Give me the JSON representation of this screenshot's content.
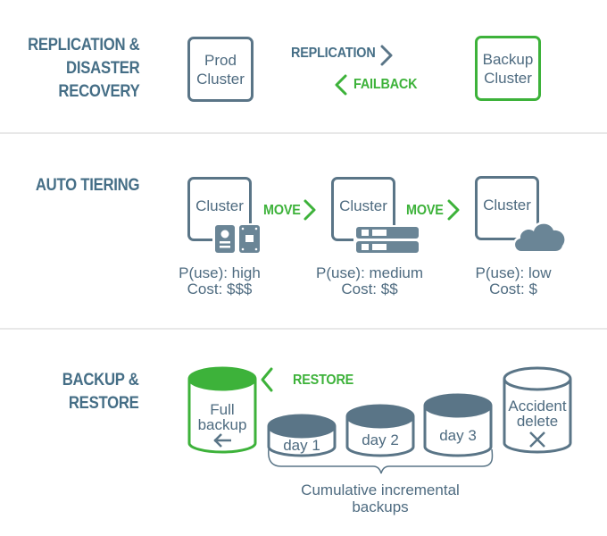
{
  "colors": {
    "primary": "#456e86",
    "stroke": "#5a7587",
    "fill_dark": "#6a8596",
    "accent_green": "#3db23a",
    "divider": "#e8e8e8"
  },
  "sections": {
    "replication": {
      "heading_lines": [
        "REPLICATION &",
        "DISASTER",
        "RECOVERY"
      ],
      "source_box": {
        "lines": [
          "Prod",
          "Cluster"
        ]
      },
      "forward_label": "REPLICATION",
      "forward_icon": "chevron-right-icon",
      "back_label": "FAILBACK",
      "back_icon": "chevron-left-icon",
      "target_box": {
        "lines": [
          "Backup",
          "Cluster"
        ]
      }
    },
    "tiering": {
      "heading": "AUTO TIERING",
      "move_label": "MOVE",
      "tiers": [
        {
          "box_label": "Cluster",
          "storage_icon": "ssd-drive-icon",
          "puse": "P(use): high",
          "cost": "Cost: $$$"
        },
        {
          "box_label": "Cluster",
          "storage_icon": "server-rack-icon",
          "puse": "P(use): medium",
          "cost": "Cost: $$"
        },
        {
          "box_label": "Cluster",
          "storage_icon": "cloud-icon",
          "puse": "P(use): low",
          "cost": "Cost: $"
        }
      ]
    },
    "backup": {
      "heading_lines": [
        "BACKUP &",
        "RESTORE"
      ],
      "restore_label": "RESTORE",
      "full_backup": {
        "lines": [
          "Full",
          "backup"
        ],
        "icon": "arrow-left-icon"
      },
      "incrementals": [
        "day 1",
        "day 2",
        "day 3"
      ],
      "accident": {
        "lines": [
          "Accident",
          "delete"
        ],
        "icon": "close-x-icon"
      },
      "brace_caption_lines": [
        "Cumulative incremental",
        "backups"
      ]
    }
  }
}
